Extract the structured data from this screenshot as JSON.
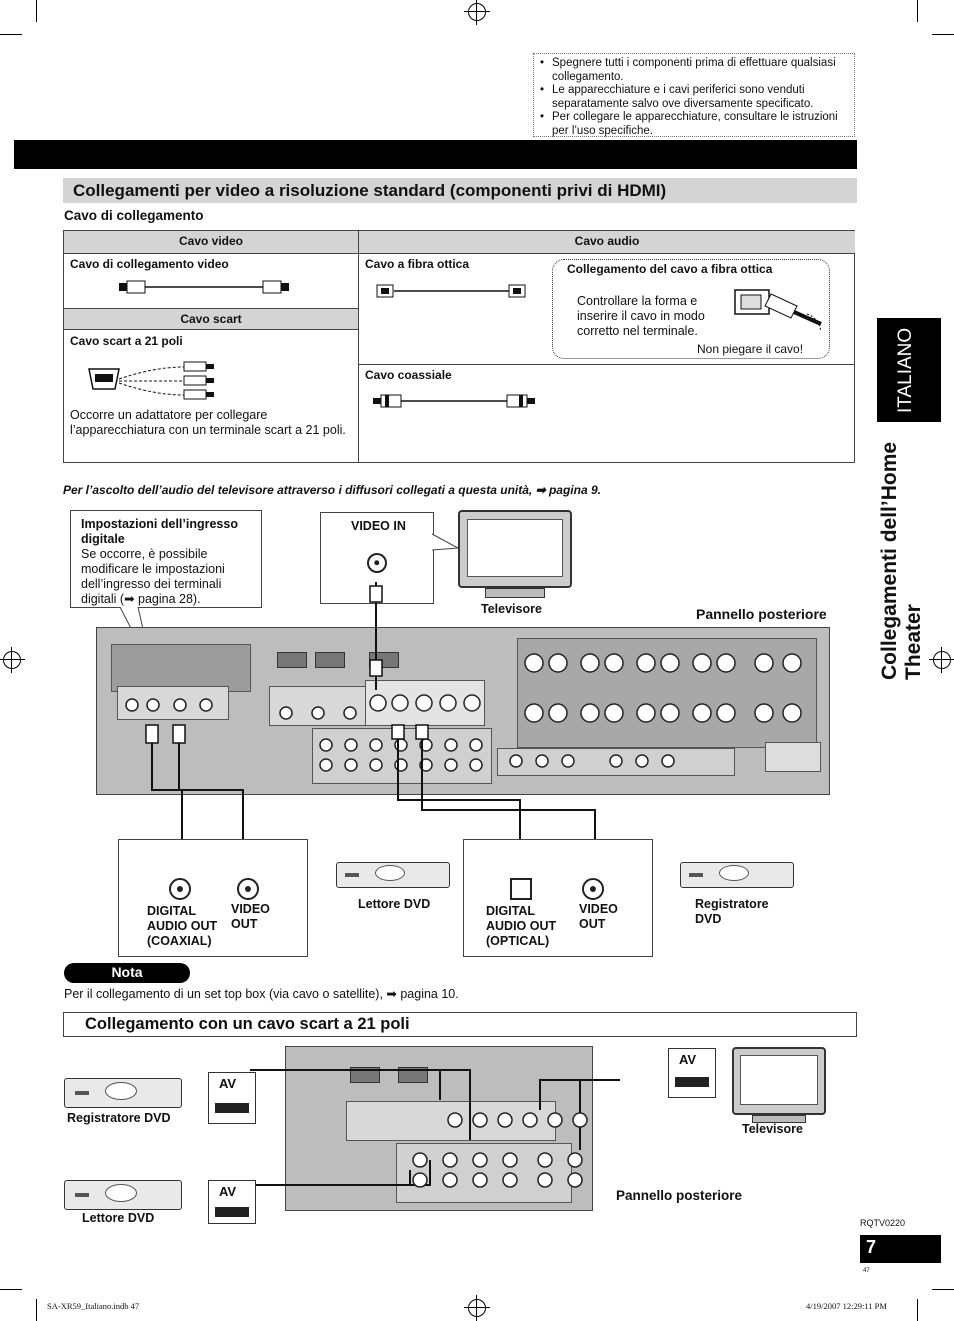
{
  "notes": [
    "Spegnere tutti i componenti prima di effettuare qualsiasi collegamento.",
    "Le apparecchiature e i cavi periferici sono venduti separatamente salvo ove diversamente specificato.",
    "Per collegare le apparecchiature, consultare le istruzioni per l’uso specifiche."
  ],
  "section1": {
    "title": "Collegamenti per video a risoluzione standard (componenti privi di HDMI)",
    "cable_heading": "Cavo di collegamento",
    "table": {
      "col_video": "Cavo video",
      "col_audio": "Cavo audio",
      "video_cable": "Cavo di collegamento video",
      "scart_header": "Cavo scart",
      "scart_cable": "Cavo scart a 21 poli",
      "scart_note": "Occorre un adattatore per collegare l’apparecchiatura con un terminale scart a 21 poli.",
      "optical_cable": "Cavo a fibra ottica",
      "optical_box_title": "Collegamento del cavo a fibra ottica",
      "optical_box_text": "Controllare la forma e inserire il cavo in modo corretto nel terminale.",
      "optical_box_warn": "Non piegare il cavo!",
      "coax_cable": "Cavo coassiale"
    },
    "tv_audio_note": "Per l’ascolto dell’audio del televisore attraverso i diffusori collegati a questa unità, ➡ pagina 9.",
    "diagram": {
      "digital_input_title": "Impostazioni dell’ingresso digitale",
      "digital_input_text": "Se occorre, è possibile modificare le impostazioni dell’ingresso dei terminali digitali (➡ pagina 28).",
      "video_in": "VIDEO IN",
      "tv": "Televisore",
      "rear_panel": "Pannello posteriore",
      "dvd_player": "Lettore DVD",
      "dvd_recorder": "Registratore DVD",
      "coax_out": "DIGITAL AUDIO OUT (COAXIAL)",
      "optical_out": "DIGITAL AUDIO OUT (OPTICAL)",
      "video_out": "VIDEO OUT"
    }
  },
  "nota": {
    "label": "Nota",
    "text": "Per il collegamento di un set top box (via cavo o satellite), ➡ pagina 10."
  },
  "section2": {
    "title": "Collegamento con un cavo scart a 21 poli",
    "av": "AV",
    "dvd_recorder": "Registratore DVD",
    "dvd_player": "Lettore DVD",
    "tv": "Televisore",
    "rear_panel": "Pannello posteriore"
  },
  "sidebar": {
    "language": "ITALIANO",
    "chapter": "Collegamenti dell’Home Theater"
  },
  "footer": {
    "code": "RQTV0220",
    "page": "7",
    "small_page": "47",
    "file": "SA-XR59_Italiano.indb   47",
    "date": "4/19/2007   12:29:11 PM"
  }
}
